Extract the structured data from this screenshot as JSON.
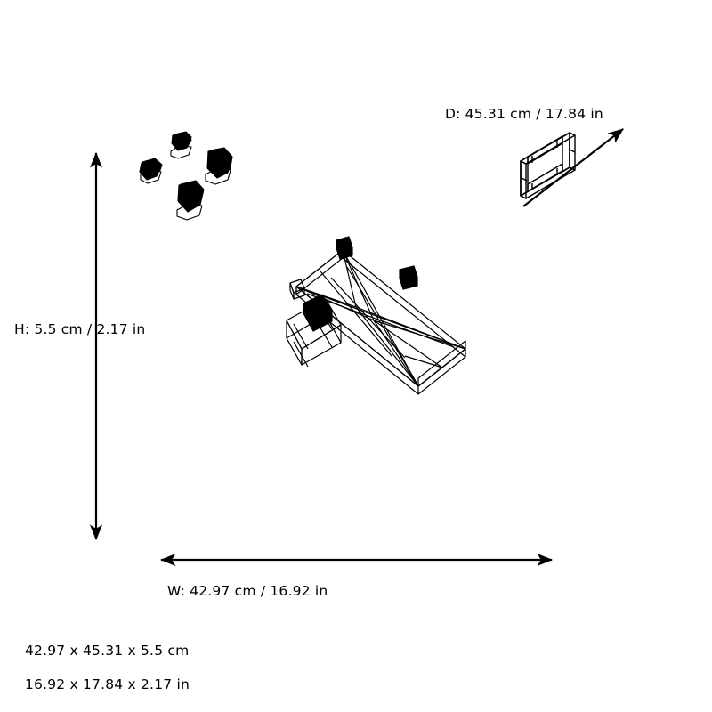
{
  "figure": {
    "type": "3d-object-dimension-diagram",
    "background_color": "#ffffff",
    "line_color": "#000000",
    "labels": {
      "depth": "D: 45.31 cm / 17.84 in",
      "height": "H: 5.5 cm / 2.17 in",
      "width": "W: 42.97 cm / 16.92 in"
    },
    "captions": {
      "metric": "42.97 x 45.31 x 5.5 cm",
      "imperial": "16.92 x 17.84 x 2.17 in"
    },
    "dimensions": {
      "width_cm": 42.97,
      "depth_cm": 45.31,
      "height_cm": 5.5,
      "width_in": 16.92,
      "depth_in": 17.84,
      "height_in": 2.17
    }
  }
}
